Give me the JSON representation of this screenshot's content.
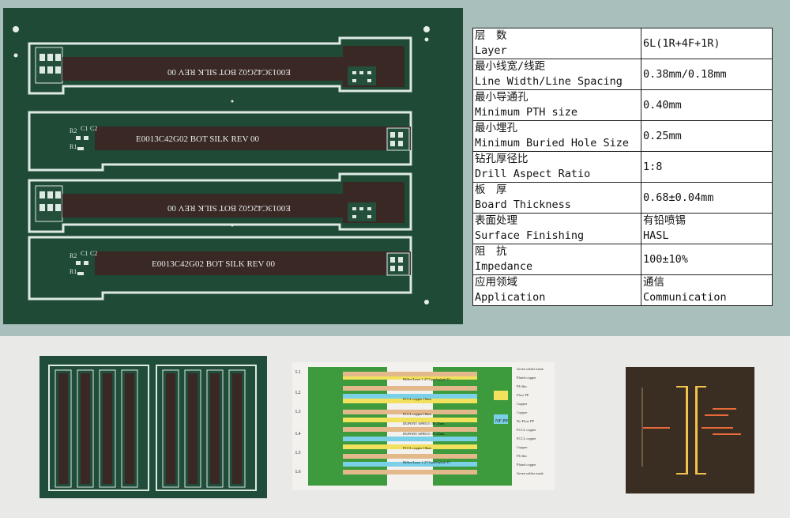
{
  "pcb_panel": {
    "strips": [
      {
        "label": "E0013C42G02 BOT SILK REV 00",
        "mirrored": true
      },
      {
        "label": "E0013C42G02 BOT SILK REV 00",
        "mirrored": false
      },
      {
        "label": "E0013C42G02 BOT SILK REV 00",
        "mirrored": true
      },
      {
        "label": "E0013C42G02 BOT SILK REV 00",
        "mirrored": false
      }
    ],
    "component_labels": {
      "r2": "R2",
      "c1": "C1",
      "c2": "C2",
      "r1": "R1"
    }
  },
  "spec_table": {
    "rows": [
      {
        "label_cn": "层　数",
        "label_en": "Layer",
        "value": "6L(1R+4F+1R)"
      },
      {
        "label_cn": "最小线宽/线距",
        "label_en": "Line Width/Line Spacing",
        "value": "0.38mm/0.18mm"
      },
      {
        "label_cn": "最小导通孔",
        "label_en": "Minimum PTH size",
        "value": "0.40mm"
      },
      {
        "label_cn": "最小埋孔",
        "label_en": "Minimum Buried Hole Size",
        "value": "0.25mm"
      },
      {
        "label_cn": "钻孔厚径比",
        "label_en": "Drill Aspect Ratio",
        "value": "1:8"
      },
      {
        "label_cn": "板　厚",
        "label_en": "Board Thickness",
        "value": "0.68±0.04mm"
      },
      {
        "label_cn": "表面处理",
        "label_en": "Surface Finishing",
        "value_cn": "有铅喷锡",
        "value": "HASL"
      },
      {
        "label_cn": "阻　抗",
        "label_en": "Impedance",
        "value": "100±10%"
      },
      {
        "label_cn": "应用领域",
        "label_en": "Application",
        "value_cn": "通信",
        "value": "Communication"
      }
    ]
  },
  "stackup": {
    "layer_ids": [
      "L1",
      "L2",
      "L3",
      "L4",
      "L5",
      "L6"
    ],
    "materials": {
      "m1": "Riflex/Laser 1.27/3 pad+plate/15",
      "m2": "FCCL copper 18um",
      "m3": "FCCL copper 18um",
      "m4": "DUPONT AP8515 / PI 25um",
      "m5": "DUPONT AP8515 / PI 25um",
      "m6": "FCCL copper 18um",
      "m7": "Riflex/Laser 1.27/3 pad+plate/15"
    },
    "side_notes": [
      "Green solder mask",
      "Plated copper",
      "PI film",
      "Flow PP",
      "Copper",
      "Copper",
      "No Flow PP",
      "FCCL copper",
      "FCCL copper",
      "Copper",
      "PI film",
      "Plated copper",
      "Green solder mask"
    ],
    "tag": "NF PP"
  },
  "colors": {
    "board": "#1e4a36",
    "trace": "#3a2825",
    "silk": "#dfe9e4",
    "solder_green": "#3d9a3d",
    "copper_tan": "#e3b98b",
    "yellow": "#f2e15c",
    "blue": "#7ad0e6",
    "xsec_bg": "#3a2e22",
    "xsec_copper": "#f2c14e"
  }
}
